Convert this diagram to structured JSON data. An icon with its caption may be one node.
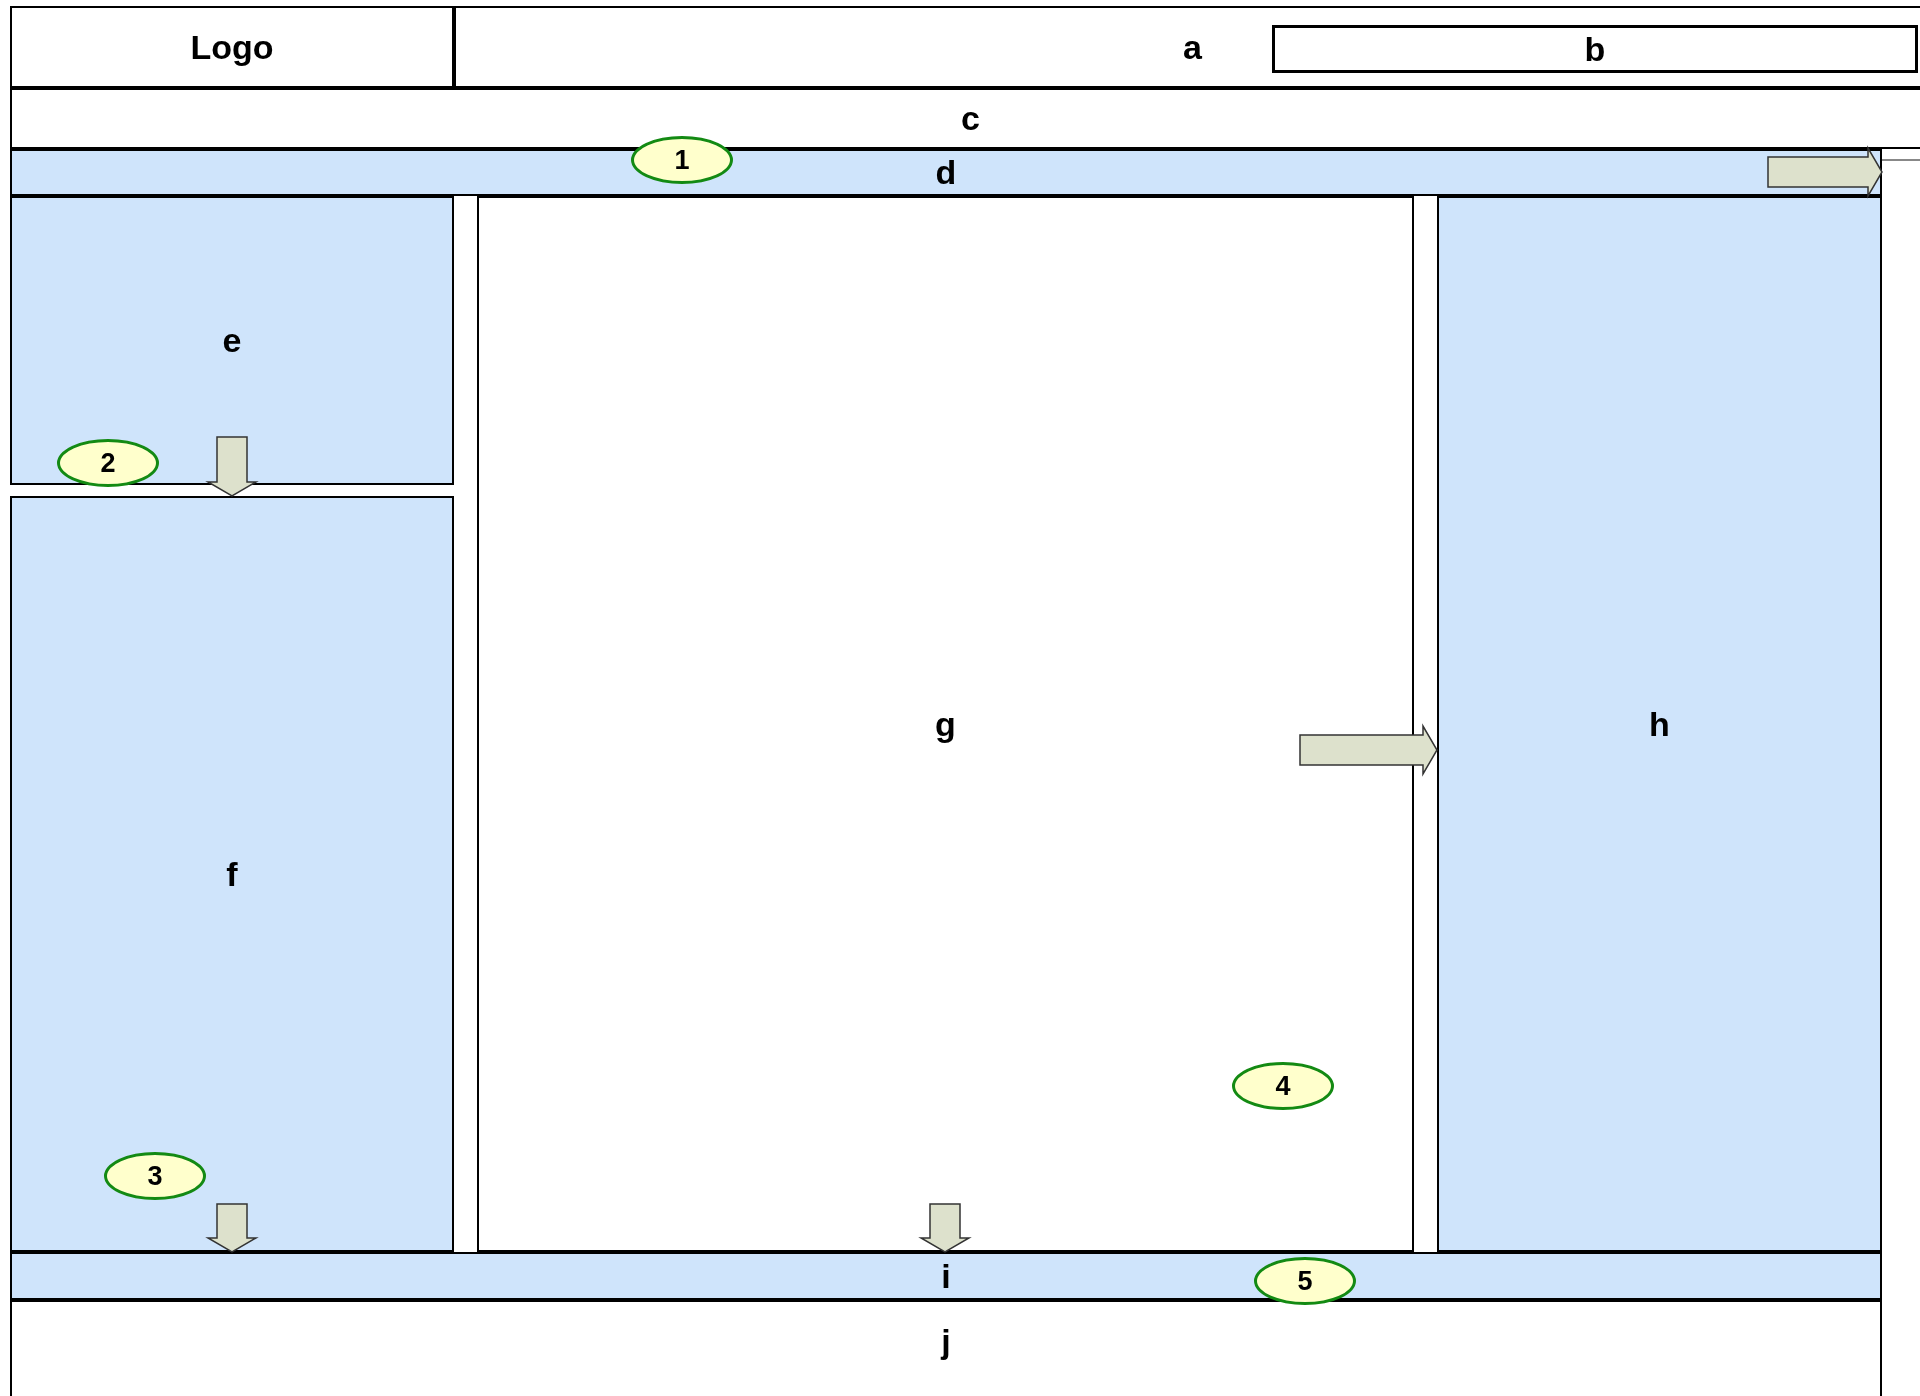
{
  "diagram": {
    "nodes": [
      {
        "text": [
          "Logo"
        ]
      },
      {
        "text": [
          "a"
        ]
      },
      {
        "text": [
          "b"
        ],
        "in": 1
      },
      {
        "text": [
          "c"
        ]
      },
      {
        "text": [
          "d"
        ]
      },
      {
        "text": [
          "1"
        ]
      },
      {
        "text": [
          "e"
        ]
      },
      {
        "text": [
          "2"
        ],
        "in": 6
      },
      {
        "text": [
          "f"
        ]
      },
      {
        "text": [
          "3"
        ],
        "in": 8
      },
      {
        "text": [
          "g"
        ]
      },
      {
        "text": [
          "4"
        ],
        "in": 10
      },
      {
        "text": [
          "h"
        ]
      },
      {
        "text": [
          "i"
        ]
      },
      {
        "text": [
          "5"
        ]
      },
      {
        "text": [
          "j"
        ]
      }
    ],
    "edges": [
      {
        "from": null,
        "to": 4,
        "arrow": "to"
      },
      {
        "from": 6,
        "to": 8,
        "arrow": "to"
      },
      {
        "from": 8,
        "to": 13,
        "arrow": "to"
      },
      {
        "from": 10,
        "to": 13,
        "arrow": "to"
      },
      {
        "from": 10,
        "to": 12,
        "arrow": "to"
      }
    ]
  }
}
